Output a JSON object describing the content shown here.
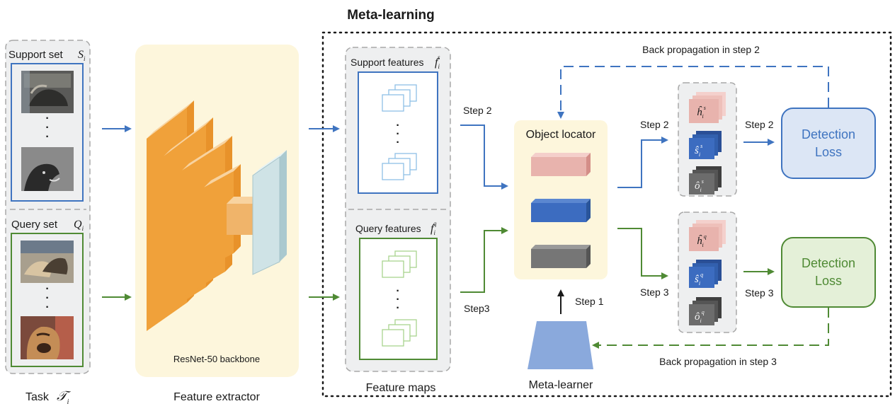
{
  "title": "Meta-learning",
  "task": {
    "label": "Task",
    "symbol": "𝒯",
    "sub": "i",
    "support_set": {
      "label": "Support set",
      "symbol": "S",
      "sub": "i"
    },
    "query_set": {
      "label": "Query set",
      "symbol": "Q",
      "sub": "i"
    },
    "ellipsis": "·"
  },
  "feature_extractor": {
    "backbone_label": "ResNet-50 backbone",
    "caption": "Feature extractor"
  },
  "feature_maps": {
    "support": {
      "label": "Support features",
      "symbol": "f",
      "sub": "i",
      "sup": "s"
    },
    "query": {
      "label": "Query features",
      "symbol": "f",
      "sub": "i",
      "sup": "q"
    },
    "caption": "Feature maps"
  },
  "object_locator": {
    "label": "Object locator"
  },
  "meta_learner": {
    "label": "Meta-learner"
  },
  "steps": {
    "step1": "Step 1",
    "step2": "Step 2",
    "step3": "Step 3",
    "step3_alt": "Step3"
  },
  "outputs": {
    "support": [
      {
        "symbol": "ĥ",
        "sub": "i",
        "sup": "s"
      },
      {
        "symbol": "ŝ",
        "sub": "i",
        "sup": "s"
      },
      {
        "symbol": "ô",
        "sub": "i",
        "sup": "s"
      }
    ],
    "query": [
      {
        "symbol": "ĥ",
        "sub": "i",
        "sup": "q"
      },
      {
        "symbol": "ŝ",
        "sub": "i",
        "sup": "q"
      },
      {
        "symbol": "ô",
        "sub": "i",
        "sup": "q"
      }
    ]
  },
  "loss": {
    "support": {
      "line1": "Detection",
      "line2": "Loss"
    },
    "query": {
      "line1": "Detection",
      "line2": "Loss"
    }
  },
  "backprop": {
    "step2": "Back propagation in step 2",
    "step3": "Back propagation in step 3"
  },
  "colors": {
    "blue": "#3f74c0",
    "green": "#4f8a34",
    "orange": "#f0a13a",
    "cream": "#fdf6dc",
    "panel_gray": "#eeeff0",
    "loss_blue_fill": "#dce6f5",
    "loss_green_fill": "#e4f0d8"
  }
}
